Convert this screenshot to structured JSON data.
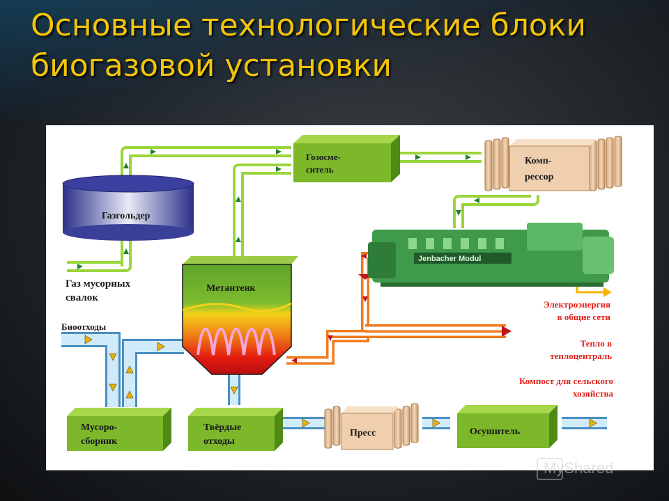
{
  "slide": {
    "title": "Основные технологические блоки биогазовой установки"
  },
  "blocks": {
    "gas_mixer": [
      "Гозосме-",
      "ситель"
    ],
    "compressor": [
      "Комп-",
      "рессор"
    ],
    "gasholder": "Газгольдер",
    "methane_tank": "Метантенк",
    "waste_collector": [
      "Мусоро-",
      "сборник"
    ],
    "solid_waste": [
      "Твёрдые",
      "отходы"
    ],
    "press": "Пресс",
    "dryer": "Осушитель",
    "engine_label": "Jenbacher Modul"
  },
  "labels": {
    "landfill_gas": [
      "Газ мусорных",
      "свалок"
    ],
    "biowaste": "Биоотходы",
    "electricity": [
      "Электроэнергия",
      "в общие сети"
    ],
    "heat": [
      "Тепло в",
      "теплоцентраль"
    ],
    "compost": [
      "Компост для сельского",
      "хозяйства"
    ]
  },
  "watermark": "MyShared",
  "colors": {
    "title": "#f2c40a",
    "block_green": "#7cb82a",
    "gas_pipe": "#9ad53a",
    "water_pipe": "#bfe3f5",
    "heat_pipe": "#f07a1c",
    "electric_line": "#f5b400",
    "label_red": "#e0201a"
  }
}
